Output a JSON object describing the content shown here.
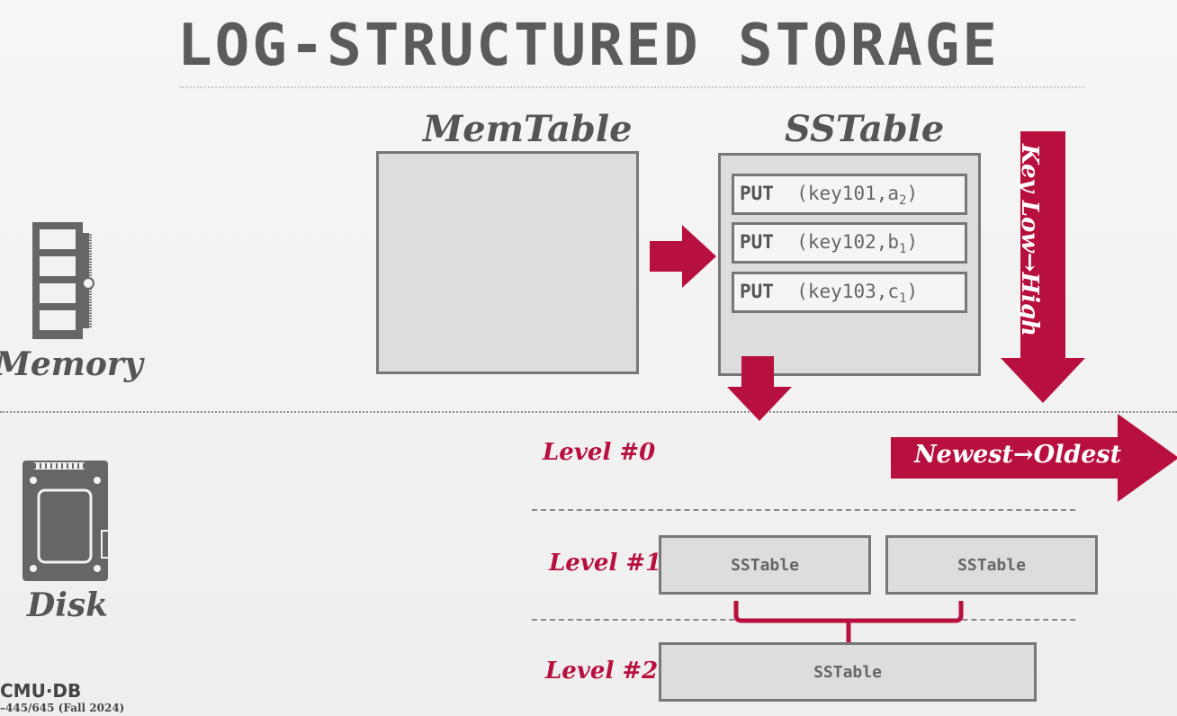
{
  "title": "LOG-STRUCTURED STORAGE",
  "memory_label": "Memory",
  "disk_label": "Disk",
  "memtable_label": "MemTable",
  "sstable_label": "SSTable",
  "entries": [
    {
      "op": "PUT",
      "key": "key101",
      "val": "a",
      "sub": "2"
    },
    {
      "op": "PUT",
      "key": "key102",
      "val": "b",
      "sub": "1"
    },
    {
      "op": "PUT",
      "key": "key103",
      "val": "c",
      "sub": "1"
    }
  ],
  "key_order_label": "Key Low→High",
  "age_order_label": "Newest→Oldest",
  "levels": {
    "level0": "Level #0",
    "level1": "Level #1",
    "level2": "Level #2"
  },
  "level1_tables": [
    "SSTable",
    "SSTable"
  ],
  "level2_tables": [
    "SSTable"
  ],
  "footer": {
    "logo": "CMU·DB",
    "course": "–445/645 (Fall 2024)"
  },
  "colors": {
    "accent": "#b8103e",
    "box_fill": "#dddddd",
    "box_border": "#777777",
    "text_gray": "#555555"
  }
}
